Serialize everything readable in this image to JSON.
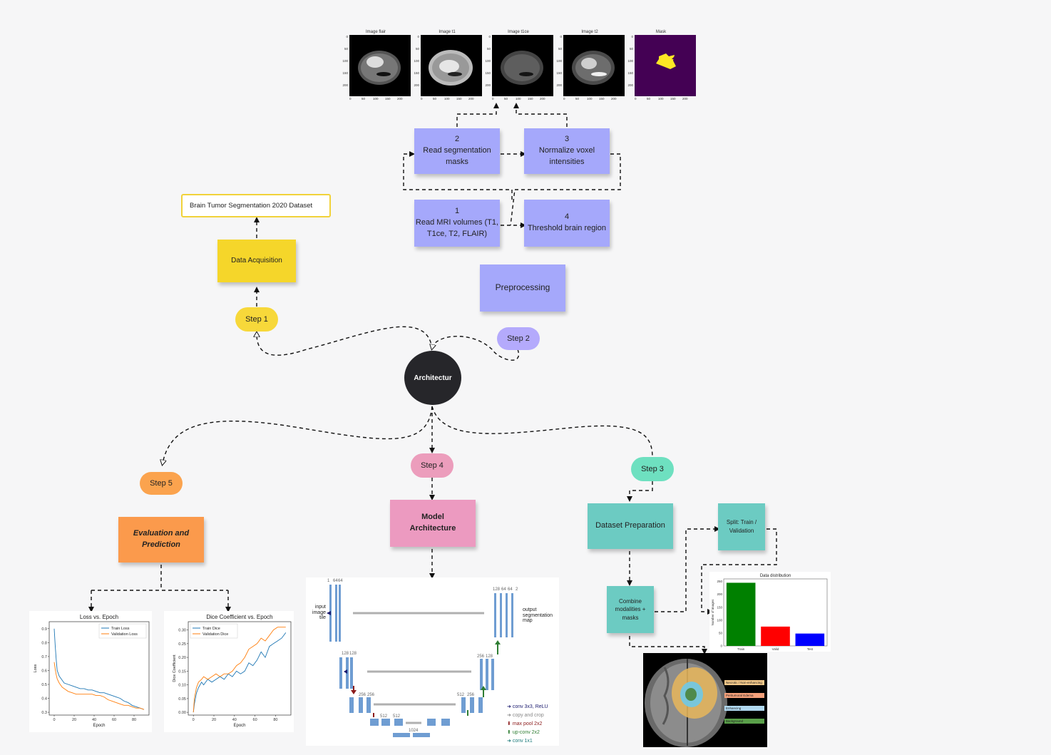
{
  "mri_panels": [
    {
      "title": "Image flair"
    },
    {
      "title": "Image t1"
    },
    {
      "title": "Image t1ce"
    },
    {
      "title": "Image t2"
    },
    {
      "title": "Mask"
    }
  ],
  "mri_axes": {
    "y_ticks": [
      "0",
      "50",
      "100",
      "150",
      "200"
    ],
    "x_ticks": [
      "0",
      "50",
      "100",
      "150",
      "200"
    ]
  },
  "preprocessing": {
    "step2": {
      "num": "2",
      "text": "Read segmentation masks"
    },
    "step3": {
      "num": "3",
      "text": "Normalize voxel intensities"
    },
    "step1": {
      "num": "1",
      "text": "Read MRI volumes (T1, T1ce, T2, FLAIR)"
    },
    "step4": {
      "num": "4",
      "text": "Threshold brain region"
    },
    "title": "Preprocessing",
    "pill": "Step 2"
  },
  "acquisition": {
    "dataset": "Brain Tumor Segmentation 2020 Dataset",
    "title": "Data Acquisition",
    "pill": "Step 1"
  },
  "center": {
    "label": "Architectur"
  },
  "evaluation": {
    "pill": "Step 5",
    "title": "Evaluation and Prediction"
  },
  "model": {
    "pill": "Step 4",
    "title": "Model Architecture"
  },
  "dataset_prep": {
    "pill": "Step 3",
    "title": "Dataset Preparation",
    "split": "Split: Train / Validation",
    "combine": "Combine modalities + masks"
  },
  "unet": {
    "input": "input image tile",
    "output": "output segmentation map",
    "legend": [
      "conv 3x3, ReLU",
      "copy and crop",
      "max pool 2x2",
      "up-conv 2x2",
      "conv 1x1"
    ],
    "channels": [
      "1",
      "64",
      "64",
      "128",
      "128",
      "256",
      "256",
      "512",
      "512",
      "1024",
      "1024",
      "128",
      "64",
      "64",
      "2",
      "256",
      "128",
      "512",
      "256"
    ]
  },
  "tumor_legend": [
    "Necrotic / Non-enhancing",
    "Peritumoral Edema",
    "Enhancing",
    "Background"
  ],
  "colors": {
    "blue_sticky": "#a5a8fb",
    "yellow": "#f5d62a",
    "step1_pill": "#f7d83a",
    "step2_pill": "#b4aafc",
    "step4_pill": "#ec9dbc",
    "step3_pill": "#6ee0c0",
    "step5_pill": "#fba34e",
    "eval": "#fb9a4c",
    "model": "#ec9ac0",
    "teal": "#6ccbc2"
  },
  "chart_data": [
    {
      "type": "bar",
      "title": "Data distribution",
      "ylabel": "Number of images",
      "categories": [
        "Train",
        "Valid",
        "Test"
      ],
      "values": [
        245,
        75,
        48
      ],
      "colors": [
        "#008000",
        "#ff0000",
        "#0000ff"
      ],
      "ylim": [
        0,
        260
      ],
      "yticks": [
        0,
        50,
        100,
        150,
        200,
        250
      ]
    },
    {
      "type": "line",
      "title": "Loss vs. Epoch",
      "xlabel": "Epoch",
      "ylabel": "Loss",
      "xlim": [
        -5,
        95
      ],
      "ylim": [
        0.28,
        0.95
      ],
      "xticks": [
        0,
        20,
        40,
        60,
        80
      ],
      "yticks": [
        0.3,
        0.4,
        0.5,
        0.6,
        0.7,
        0.8,
        0.9
      ],
      "legend_position": "top-right",
      "series": [
        {
          "name": "Train Loss",
          "color": "#1f77b4",
          "x": [
            0,
            1,
            2,
            3,
            5,
            8,
            10,
            14,
            18,
            22,
            26,
            30,
            34,
            38,
            42,
            46,
            50,
            54,
            58,
            62,
            66,
            70,
            74,
            78,
            82,
            86,
            90
          ],
          "y": [
            0.9,
            0.78,
            0.68,
            0.6,
            0.56,
            0.53,
            0.51,
            0.5,
            0.49,
            0.48,
            0.47,
            0.47,
            0.46,
            0.46,
            0.45,
            0.44,
            0.44,
            0.43,
            0.42,
            0.41,
            0.4,
            0.38,
            0.37,
            0.35,
            0.34,
            0.33,
            0.32
          ]
        },
        {
          "name": "Validation Loss",
          "color": "#ff7f0e",
          "x": [
            0,
            1,
            2,
            3,
            5,
            8,
            10,
            14,
            18,
            22,
            26,
            30,
            34,
            38,
            42,
            46,
            50,
            54,
            58,
            62,
            66,
            70,
            74,
            78,
            82,
            86,
            90
          ],
          "y": [
            0.66,
            0.61,
            0.57,
            0.54,
            0.51,
            0.48,
            0.47,
            0.45,
            0.44,
            0.43,
            0.43,
            0.43,
            0.43,
            0.43,
            0.42,
            0.42,
            0.41,
            0.39,
            0.38,
            0.37,
            0.36,
            0.35,
            0.35,
            0.34,
            0.33,
            0.33,
            0.32
          ]
        }
      ]
    },
    {
      "type": "line",
      "title": "Dice Coefficient vs. Epoch",
      "xlabel": "Epoch",
      "ylabel": "Dice Coefficient",
      "xlim": [
        -5,
        95
      ],
      "ylim": [
        -0.01,
        0.33
      ],
      "xticks": [
        0,
        20,
        40,
        60,
        80
      ],
      "yticks": [
        0.0,
        0.05,
        0.1,
        0.15,
        0.2,
        0.25,
        0.3
      ],
      "legend_position": "top-left",
      "series": [
        {
          "name": "Train Dice",
          "color": "#1f77b4",
          "x": [
            0,
            1,
            3,
            5,
            8,
            10,
            14,
            18,
            22,
            26,
            30,
            34,
            38,
            42,
            46,
            50,
            54,
            58,
            62,
            66,
            70,
            74,
            78,
            82,
            86,
            90
          ],
          "y": [
            0.0,
            0.03,
            0.07,
            0.09,
            0.11,
            0.1,
            0.12,
            0.11,
            0.12,
            0.13,
            0.12,
            0.14,
            0.13,
            0.15,
            0.14,
            0.15,
            0.18,
            0.17,
            0.19,
            0.22,
            0.2,
            0.24,
            0.25,
            0.26,
            0.27,
            0.29
          ]
        },
        {
          "name": "Validation Dice",
          "color": "#ff7f0e",
          "x": [
            0,
            1,
            3,
            5,
            8,
            10,
            14,
            18,
            22,
            26,
            30,
            34,
            38,
            42,
            46,
            50,
            54,
            58,
            62,
            66,
            70,
            74,
            78,
            82,
            86,
            90
          ],
          "y": [
            0.0,
            0.05,
            0.09,
            0.11,
            0.12,
            0.13,
            0.12,
            0.13,
            0.14,
            0.13,
            0.14,
            0.14,
            0.15,
            0.17,
            0.18,
            0.2,
            0.23,
            0.24,
            0.25,
            0.27,
            0.26,
            0.28,
            0.3,
            0.31,
            0.31,
            0.31
          ]
        }
      ]
    }
  ]
}
